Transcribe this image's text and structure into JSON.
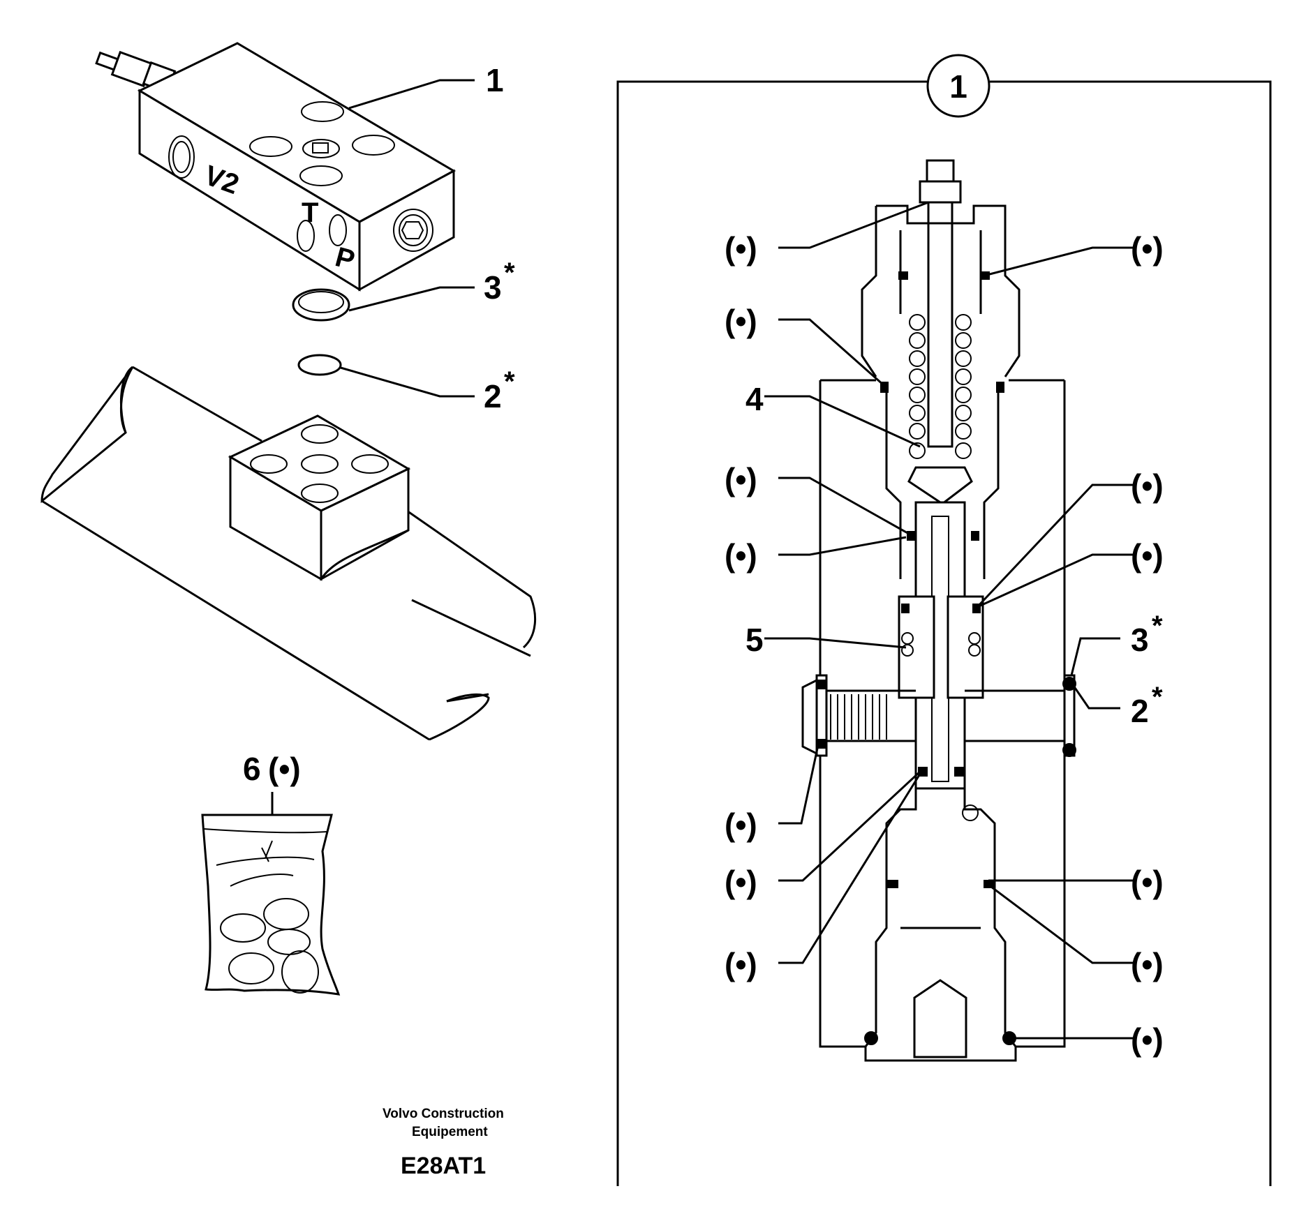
{
  "left_callouts": {
    "c1": "1",
    "c3": "3",
    "c2": "2",
    "c6": "6",
    "c6_paren": "(•)",
    "star": "*"
  },
  "block_port_labels": {
    "v2": "V2",
    "t": "T",
    "p": "P"
  },
  "detail": {
    "circle_label": "1",
    "callout_4": "4",
    "callout_5": "5",
    "callout_3": "3",
    "callout_2": "2",
    "star": "*",
    "seal_marker": "(•)"
  },
  "footer": {
    "company_line1": "Volvo Construction",
    "company_line2": "Equipement",
    "drawing_code": "E28AT1"
  }
}
